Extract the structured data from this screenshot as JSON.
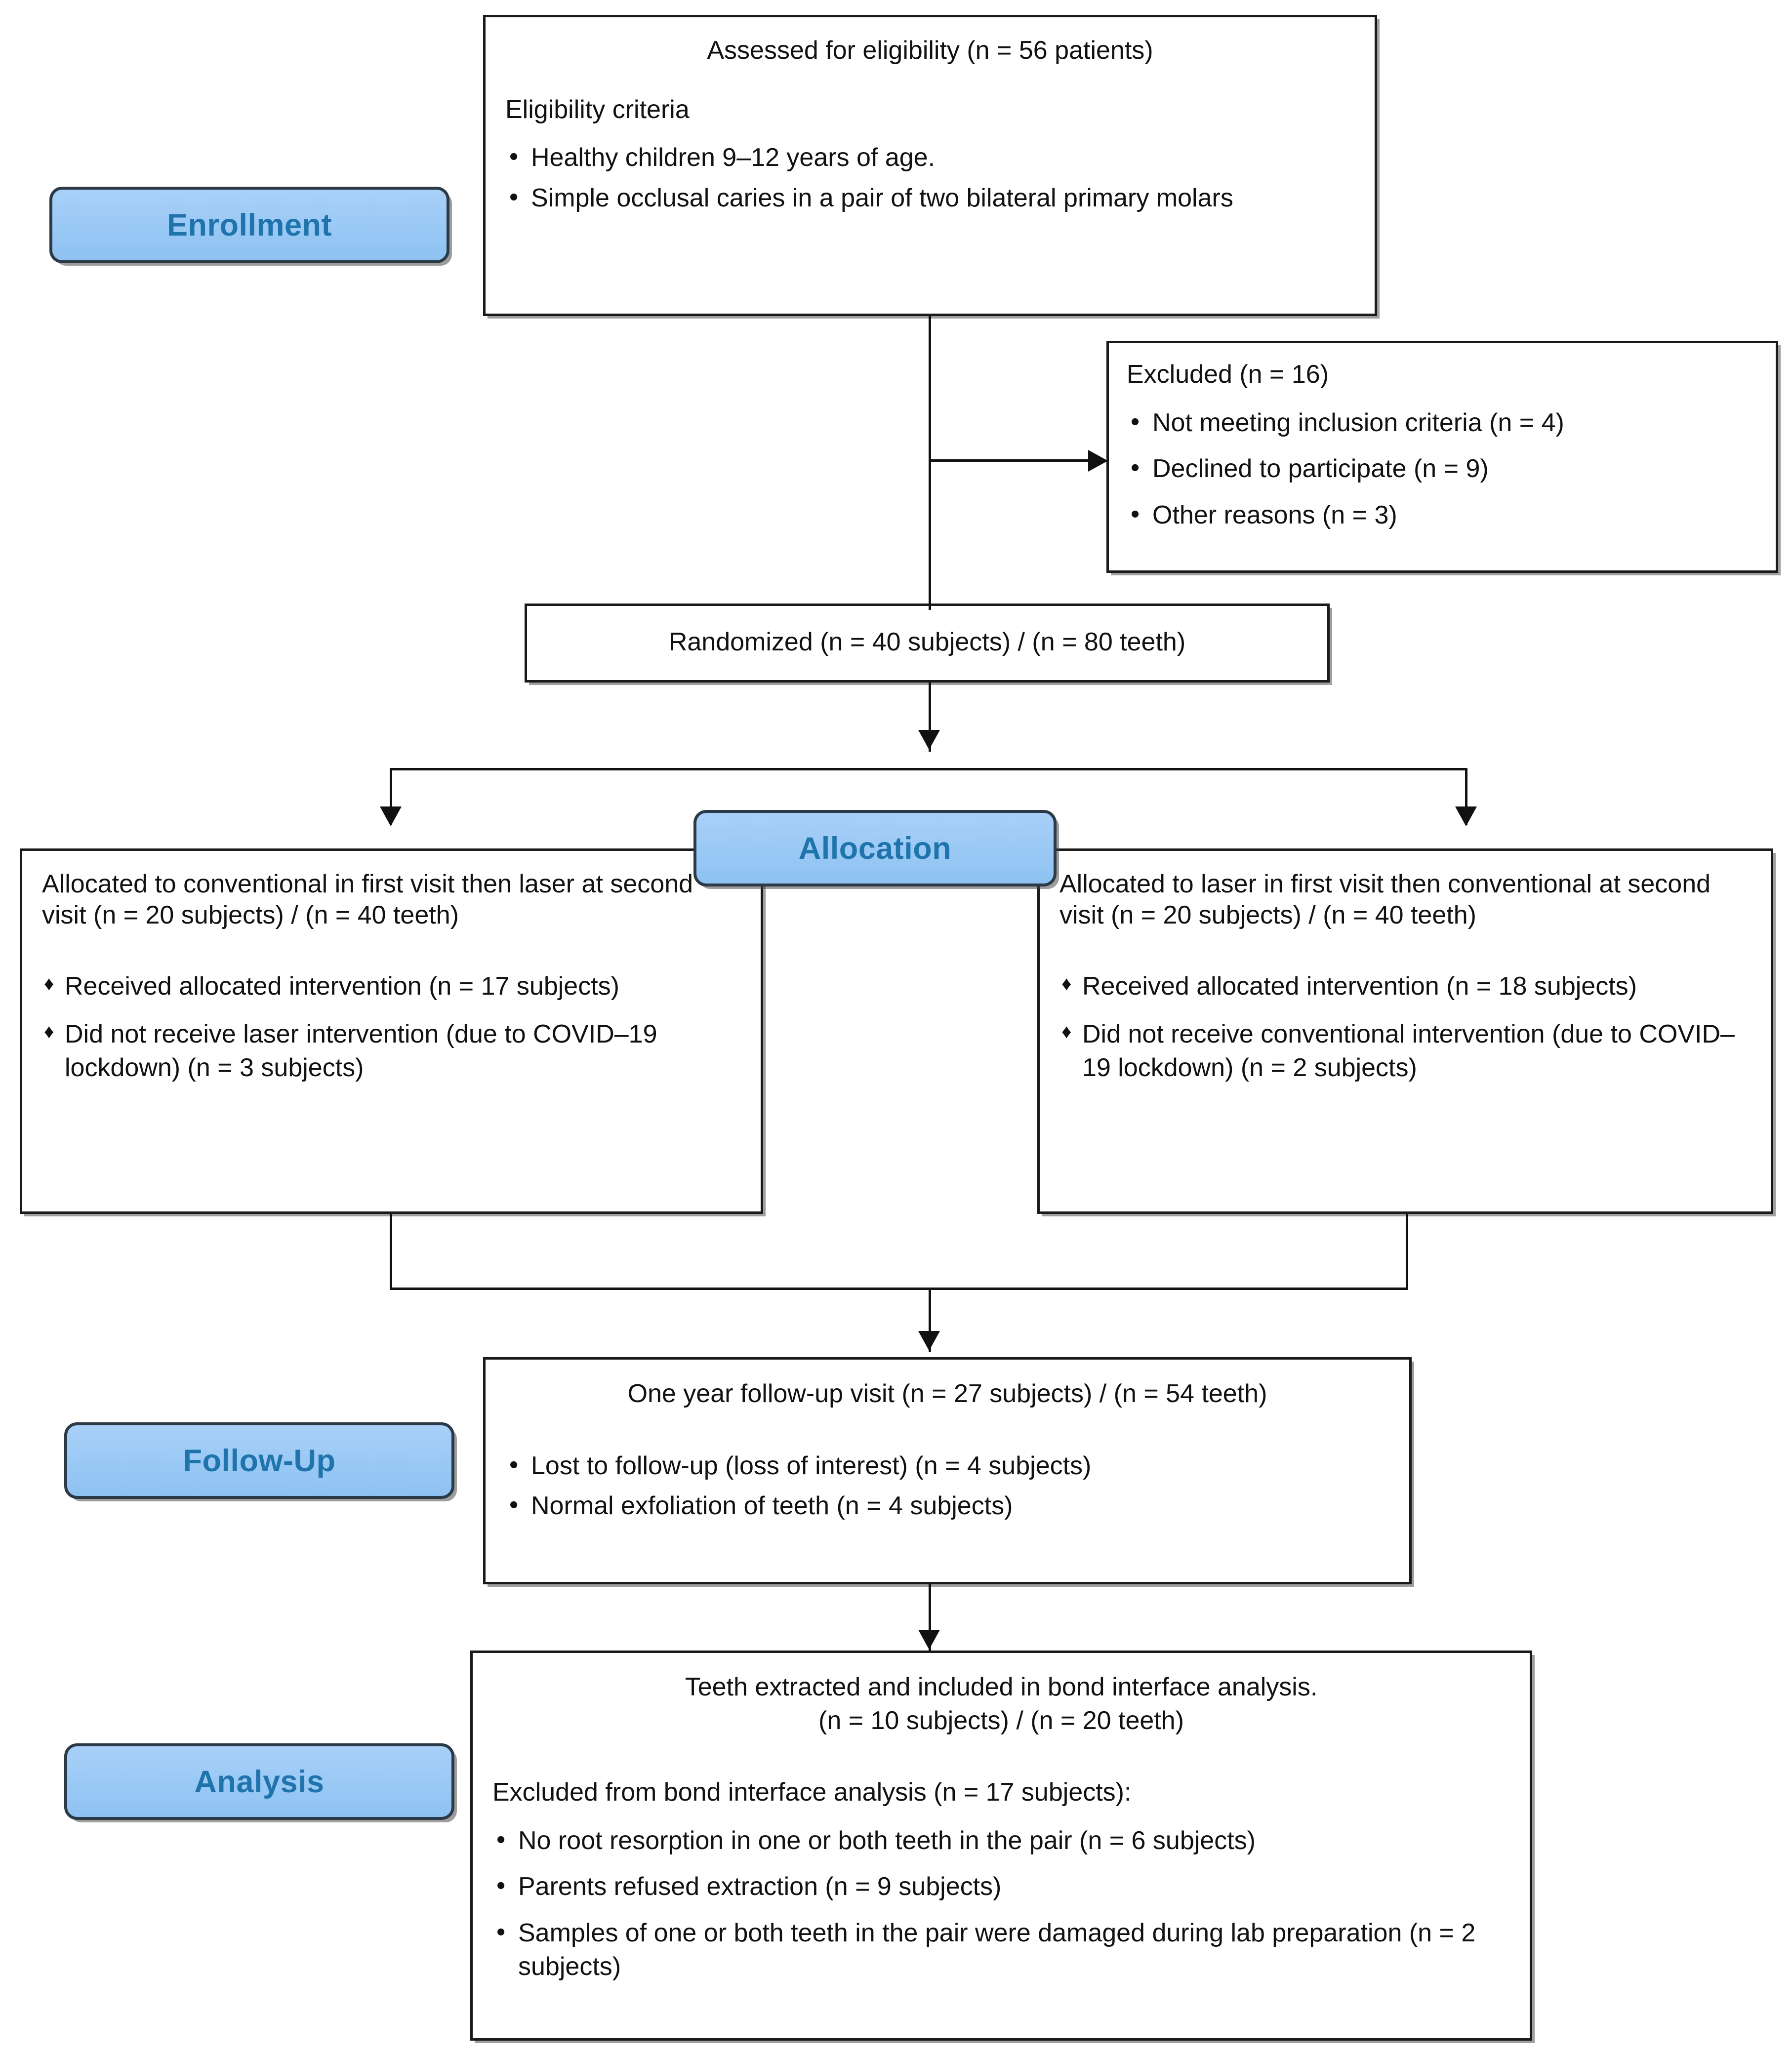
{
  "diagram": {
    "title": "CONSORT Flow Diagram",
    "accent_blue_fill": "#9CC9F5",
    "accent_blue_text": "#1F74AC",
    "box_border": "#1a1a1a"
  },
  "stages": {
    "enrollment": "Enrollment",
    "allocation": "Allocation",
    "followup": "Follow-Up",
    "analysis": "Analysis"
  },
  "eligibility": {
    "headline": "Assessed for eligibility (n = 56 patients)",
    "criteria_heading": "Eligibility criteria",
    "criteria": [
      "Healthy children 9–12 years of age.",
      "Simple occlusal caries in a pair of two bilateral primary molars"
    ]
  },
  "excluded": {
    "headline": "Excluded (n = 16)",
    "reasons": [
      "Not meeting inclusion criteria (n = 4)",
      "Declined to participate (n = 9)",
      "Other reasons (n = 3)"
    ]
  },
  "randomized": {
    "headline": "Randomized (n = 40 subjects) / (n = 80 teeth)"
  },
  "allocation_left": {
    "headline": "Allocated to conventional in first visit then laser at second visit (n = 20 subjects) / (n = 40 teeth)",
    "items": [
      "Received allocated intervention (n = 17 subjects)",
      "Did not receive laser intervention (due to COVID–19 lockdown) (n = 3 subjects)"
    ]
  },
  "allocation_right": {
    "headline": "Allocated to laser in first visit then conventional at second visit (n = 20 subjects) / (n = 40 teeth)",
    "items": [
      "Received allocated intervention (n = 18 subjects)",
      "Did not receive conventional intervention (due to COVID–19 lockdown) (n = 2 subjects)"
    ]
  },
  "followup": {
    "headline": "One year follow-up visit (n = 27 subjects) / (n = 54 teeth)",
    "items": [
      "Lost to follow-up (loss of interest) (n = 4 subjects)",
      "Normal exfoliation of teeth (n = 4 subjects)"
    ]
  },
  "analysis": {
    "headline_line1": "Teeth extracted and included in bond interface analysis.",
    "headline_line2": "(n = 10 subjects) / (n = 20 teeth)",
    "excluded_heading": "Excluded from bond interface analysis (n = 17 subjects):",
    "excluded_items": [
      "No root resorption in one or both teeth in the pair (n = 6 subjects)",
      "Parents refused extraction (n = 9 subjects)",
      "Samples of one or both teeth in the pair were damaged during lab preparation (n = 2 subjects)"
    ]
  }
}
